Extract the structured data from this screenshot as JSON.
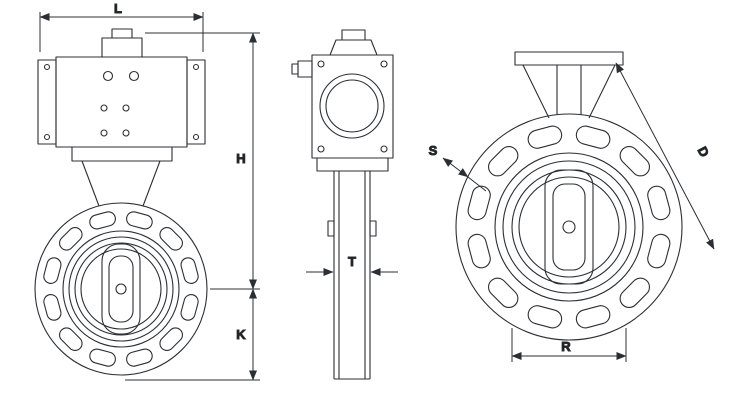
{
  "colors": {
    "line": "#2b2f33",
    "background": "#ffffff"
  },
  "dimensions": {
    "L": "L",
    "H": "H",
    "K": "K",
    "T": "T",
    "S": "S",
    "D": "D",
    "R": "R"
  }
}
